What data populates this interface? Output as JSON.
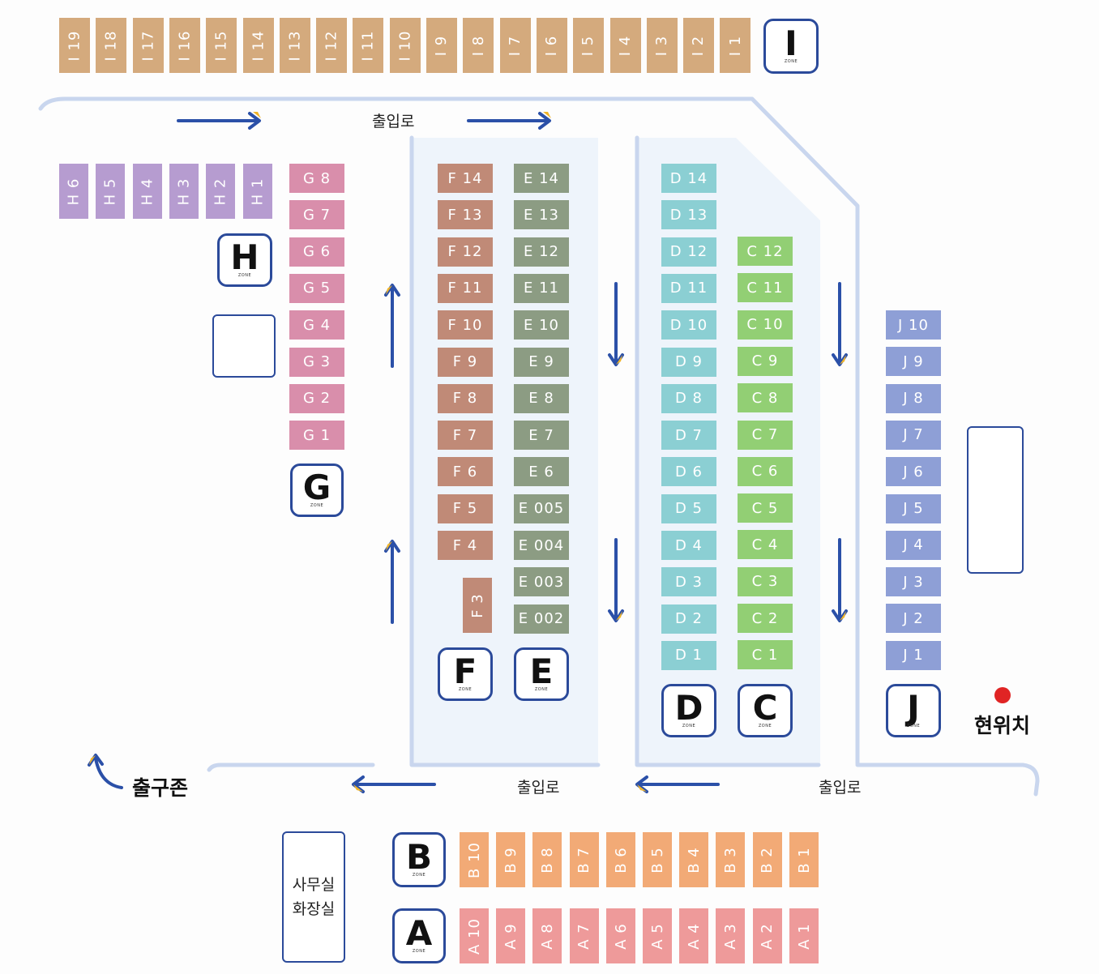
{
  "colors": {
    "zone_border": "#2b4a9a",
    "path_line": "#c9d6ee",
    "arrow": "#2b50a8",
    "arrow_tip": "#f0b429",
    "aisle_fill": "#eef4fb",
    "current_location_dot": "#e02424",
    "I": "#d4aa7d",
    "H": "#b69cd0",
    "G": "#d98eab",
    "F": "#c08a77",
    "E": "#8c9c83",
    "D": "#8bcfd3",
    "C": "#92cf74",
    "J": "#8e9fd6",
    "B": "#f2aa76",
    "A": "#ee9a9a"
  },
  "labels": {
    "entrance_top": "출입로",
    "entrance_bottom_middle": "출입로",
    "entrance_bottom_right": "출입로",
    "exit_zone": "출구존",
    "current_location": "현위치",
    "office_line1": "사무실",
    "office_line2": "화장실",
    "zone_sub": "ZONE"
  },
  "zones": {
    "I": "I",
    "H": "H",
    "G": "G",
    "F": "F",
    "E": "E",
    "D": "D",
    "C": "C",
    "J": "J",
    "B": "B",
    "A": "A"
  },
  "stalls": {
    "I": [
      "I 19",
      "I 18",
      "I 17",
      "I 16",
      "I 15",
      "I 14",
      "I 13",
      "I 12",
      "I 11",
      "I 10",
      "I 9",
      "I 8",
      "I 7",
      "I 6",
      "I 5",
      "I 4",
      "I 3",
      "I 2",
      "I 1"
    ],
    "H": [
      "H 6",
      "H 5",
      "H 4",
      "H 3",
      "H 2",
      "H 1"
    ],
    "G": [
      "G 8",
      "G 7",
      "G 6",
      "G 5",
      "G 4",
      "G 3",
      "G 2",
      "G 1"
    ],
    "F": [
      "F 14",
      "F 13",
      "F 12",
      "F 11",
      "F 10",
      "F 9",
      "F 8",
      "F 7",
      "F 6",
      "F 5",
      "F 4"
    ],
    "F3": "F 3",
    "E": [
      "E 14",
      "E 13",
      "E 12",
      "E 11",
      "E 10",
      "E 9",
      "E 8",
      "E 7",
      "E 6",
      "E 005",
      "E 004",
      "E 003",
      "E 002"
    ],
    "D": [
      "D 14",
      "D 13",
      "D 12",
      "D 11",
      "D 10",
      "D 9",
      "D 8",
      "D 7",
      "D 6",
      "D 5",
      "D 4",
      "D 3",
      "D 2",
      "D 1"
    ],
    "C": [
      "C 12",
      "C 11",
      "C 10",
      "C 9",
      "C 8",
      "C 7",
      "C 6",
      "C 5",
      "C 4",
      "C 3",
      "C 2",
      "C 1"
    ],
    "J": [
      "J 10",
      "J 9",
      "J 8",
      "J 7",
      "J 6",
      "J 5",
      "J 4",
      "J 3",
      "J 2",
      "J 1"
    ],
    "B": [
      "B 10",
      "B 9",
      "B 8",
      "B 7",
      "B 6",
      "B 5",
      "B 4",
      "B 3",
      "B 2",
      "B 1"
    ],
    "A": [
      "A 10",
      "A 9",
      "A 8",
      "A 7",
      "A 6",
      "A 5",
      "A 4",
      "A 3",
      "A 2",
      "A 1"
    ]
  }
}
